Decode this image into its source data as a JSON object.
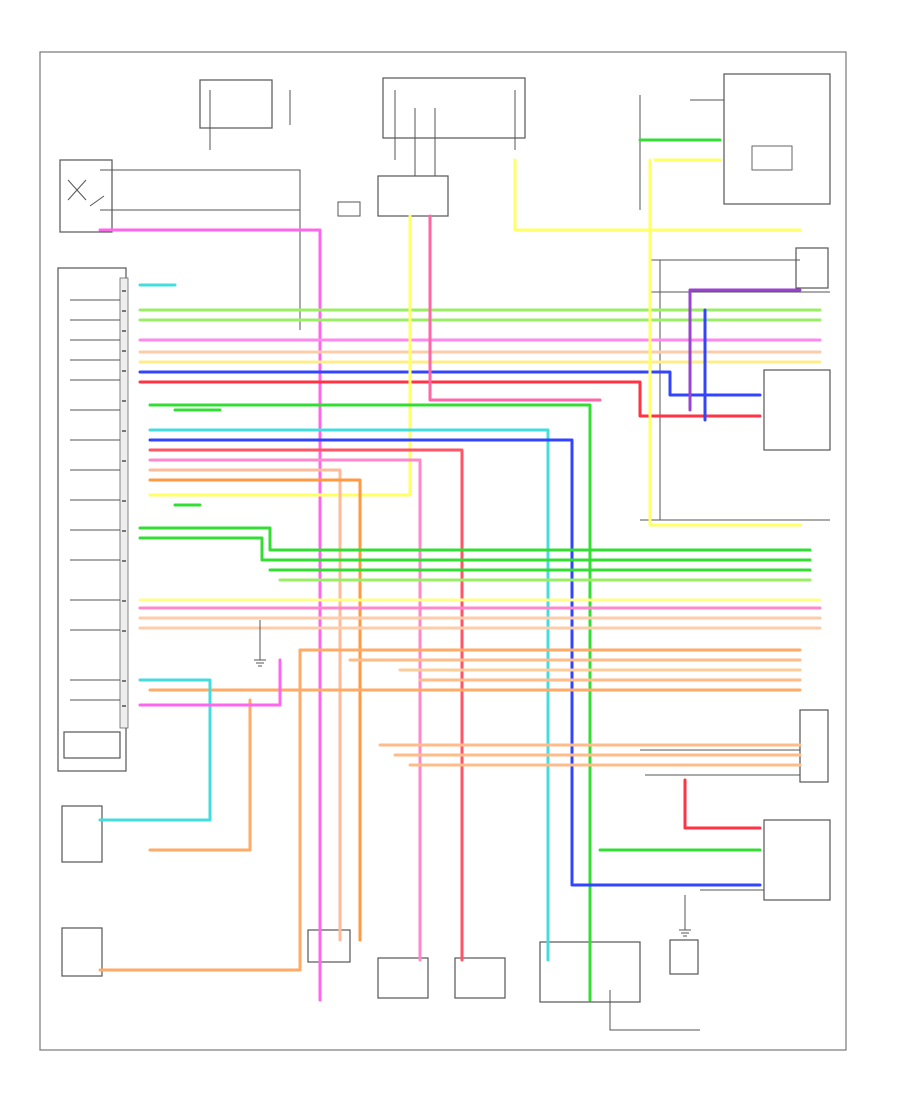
{
  "page": {
    "footer_code": "",
    "components": [
      {
        "key": "aspirator",
        "label": ""
      },
      {
        "key": "outside_temp",
        "label": ""
      },
      {
        "key": "ignition_relay",
        "label": ""
      },
      {
        "key": "fuse_box_left",
        "label": ""
      },
      {
        "key": "fuse_box_right",
        "label": ""
      },
      {
        "key": "recirc_motor",
        "label": ""
      },
      {
        "key": "mode_motor",
        "label": ""
      },
      {
        "key": "blower_motor",
        "label": ""
      },
      {
        "key": "power_transistor",
        "label": ""
      },
      {
        "key": "mix_motor",
        "label": ""
      },
      {
        "key": "evap_sensor",
        "label": ""
      },
      {
        "key": "sunlight_sensor",
        "label": ""
      },
      {
        "key": "ac_pressure_switch",
        "label": ""
      },
      {
        "key": "driver_temp_motor",
        "label": ""
      },
      {
        "key": "pass_temp_motor",
        "label": ""
      },
      {
        "key": "blower_resistor",
        "label": ""
      },
      {
        "key": "climate_unit",
        "label": ""
      }
    ],
    "wire_colors": {
      "pink": "#ff66ee",
      "green": "#33dd33",
      "yellow": "#ffff66",
      "orange": "#ff9944",
      "red": "#ff3344",
      "blue": "#3344ff",
      "lightblue": "#44dddd",
      "lightgreen": "#99ee66",
      "purple": "#9944cc",
      "peach": "#ffccaa",
      "gray": "#888888"
    }
  }
}
